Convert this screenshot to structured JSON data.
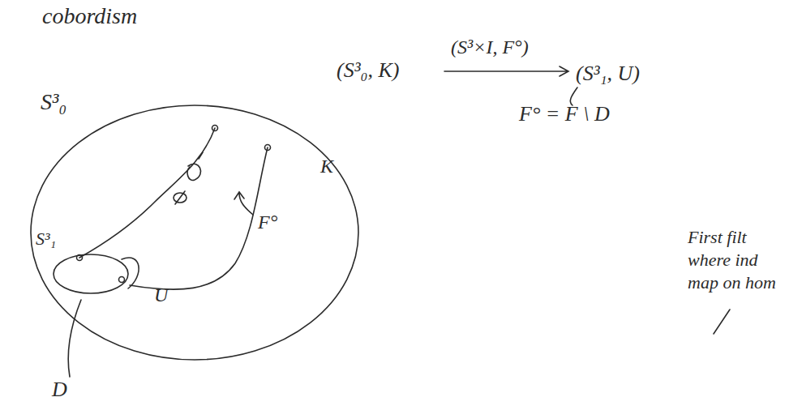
{
  "diagram": {
    "labels": [
      "cobordism",
      "(S³₀, K)",
      "(S³×I, F°)",
      "(S³₁, U)",
      "F° = F \\ D",
      "S³₀",
      "K",
      "S³₁",
      "U",
      "F°",
      "D",
      "First filt",
      "where ind",
      "map on hom"
    ]
  }
}
